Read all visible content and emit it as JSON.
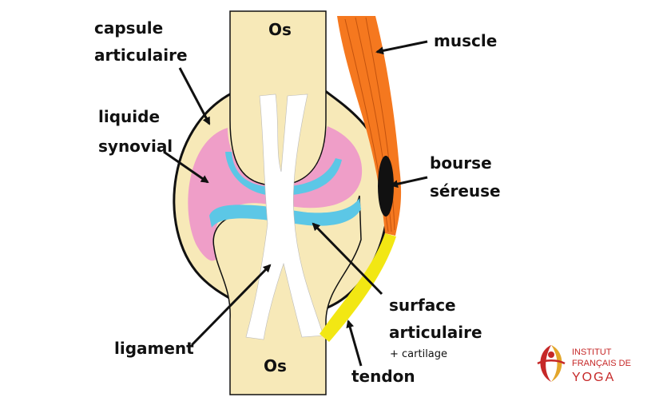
{
  "labels": {
    "os_top": "Os",
    "os_bottom": "Os",
    "capsule_line1": "capsule",
    "capsule_line2": "articulaire",
    "liquide_line1": "liquide",
    "liquide_line2": "synovial",
    "muscle": "muscle",
    "bourse_line1": "bourse",
    "bourse_line2": "séreuse",
    "surface_line1": "surface",
    "surface_line2": "articulaire",
    "cartilage": "+ cartilage",
    "ligament": "ligament",
    "tendon": "tendon"
  },
  "logo": {
    "line1": "INSTITUT",
    "line2": "FRANÇAIS DE",
    "line3": "YOGA"
  },
  "colors": {
    "bone": "#f7e9b8",
    "synovial": "#ef9ec8",
    "cartilage": "#5cc7e6",
    "muscle": "#f5781f",
    "tendon": "#f2e713",
    "bursa": "#111111",
    "logo_red": "#c62828",
    "logo_gold": "#e3a62b"
  }
}
